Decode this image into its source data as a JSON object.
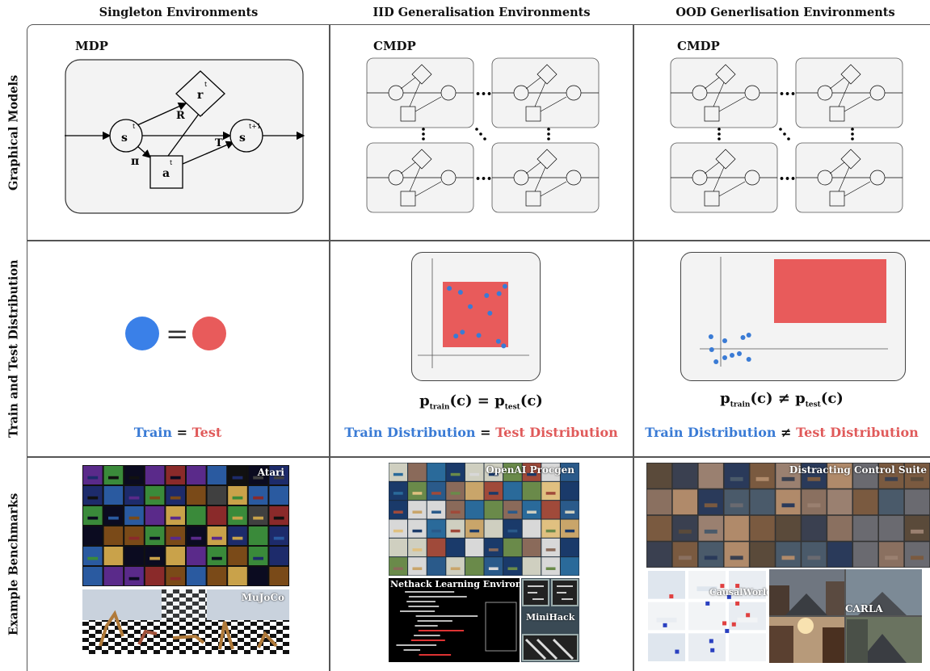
{
  "columns": {
    "singleton": "Singleton Environments",
    "iid": "IID Generalisation Environments",
    "ood": "OOD Generlisation Environments"
  },
  "rows": {
    "graphical": "Graphical Models",
    "distribution": "Train and Test Distribution",
    "benchmarks": "Example Benchmarks"
  },
  "graph": {
    "mdp_label": "MDP",
    "cmdp_label": "CMDP",
    "nodes": {
      "state": "s",
      "next_state": "s",
      "reward": "r",
      "action": "a"
    },
    "superscripts": {
      "t": "t",
      "t_next": "t+1"
    },
    "edges": {
      "reward_fn": "R",
      "transition": "T",
      "policy": "π"
    },
    "ellipsis": "•••"
  },
  "distribution": {
    "equals": "=",
    "not_equals": "≠",
    "singleton_caption": {
      "train": "Train",
      "eq": "=",
      "test": "Test"
    },
    "iid_formula": {
      "p": "p",
      "train": "train",
      "test": "test",
      "arg": "(c)",
      "eq": "="
    },
    "ood_formula": {
      "p": "p",
      "train": "train",
      "test": "test",
      "arg": "(c)",
      "neq": "≠"
    },
    "iid_caption": {
      "train": "Train Distribution",
      "eq": "=",
      "test": "Test Distribution"
    },
    "ood_caption": {
      "train": "Train Distribution",
      "neq": "≠",
      "test": "Test Distribution"
    },
    "iid_points": [
      [
        0.1,
        0.9
      ],
      [
        0.27,
        0.84
      ],
      [
        0.95,
        0.93
      ],
      [
        0.67,
        0.79
      ],
      [
        0.86,
        0.82
      ],
      [
        0.42,
        0.62
      ],
      [
        0.72,
        0.52
      ],
      [
        0.3,
        0.23
      ],
      [
        0.2,
        0.17
      ],
      [
        0.55,
        0.18
      ],
      [
        0.85,
        0.09
      ],
      [
        0.93,
        0.02
      ]
    ],
    "ood_points": [
      [
        0.11,
        0.31
      ],
      [
        0.3,
        0.26
      ],
      [
        0.55,
        0.3
      ],
      [
        0.63,
        0.33
      ],
      [
        0.12,
        0.15
      ],
      [
        0.3,
        0.05
      ],
      [
        0.5,
        0.1
      ],
      [
        0.63,
        0.03
      ],
      [
        0.4,
        0.08
      ],
      [
        0.18,
        0.0
      ]
    ],
    "colors": {
      "train": "#3a7bd5",
      "test": "#e85b5b"
    }
  },
  "benchmarks": {
    "atari": "Atari",
    "mujoco": "MuJoCo",
    "procgen": "OpenAI Procgen",
    "nethack": "Nethack Learning Environment",
    "minihack": "MiniHack",
    "dcs": "Distracting Control Suite",
    "causalworld": "CausalWorld",
    "carla": "CARLA"
  }
}
